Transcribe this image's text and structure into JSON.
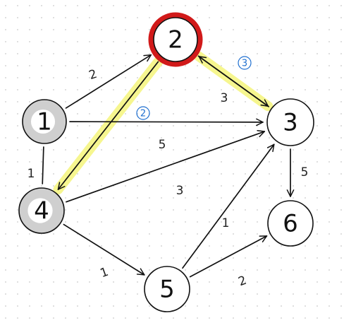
{
  "colors": {
    "background": "#ffffff",
    "grid_dot": "#c9c9c9",
    "stroke": "#111111",
    "visited_fill": "#cfcfcf",
    "current_ring": "#d11a1a",
    "highlight": "#f6f68a",
    "order_badge": "#1f6fd0"
  },
  "nodes": [
    {
      "id": "1",
      "label": "1",
      "state": "visited"
    },
    {
      "id": "2",
      "label": "2",
      "state": "current"
    },
    {
      "id": "3",
      "label": "3",
      "state": "unvisited"
    },
    {
      "id": "4",
      "label": "4",
      "state": "visited"
    },
    {
      "id": "5",
      "label": "5",
      "state": "unvisited"
    },
    {
      "id": "6",
      "label": "6",
      "state": "unvisited"
    }
  ],
  "edges": [
    {
      "from": "1",
      "to": "2",
      "weight": "2",
      "directed": true,
      "highlighted": false
    },
    {
      "from": "1",
      "to": "3",
      "weight": "5",
      "directed": true,
      "highlighted": false
    },
    {
      "from": "1",
      "to": "4",
      "weight": "1",
      "directed": false,
      "highlighted": false
    },
    {
      "from": "2",
      "to": "3",
      "weight": "",
      "directed": true,
      "highlighted": true,
      "order": "3"
    },
    {
      "from": "2",
      "to": "4",
      "weight": "",
      "directed": true,
      "highlighted": true,
      "order": "2"
    },
    {
      "from": "3",
      "to": "2",
      "weight": "3",
      "directed": true,
      "highlighted": false
    },
    {
      "from": "3",
      "to": "6",
      "weight": "5",
      "directed": true,
      "highlighted": false
    },
    {
      "from": "4",
      "to": "3",
      "weight": "3",
      "directed": true,
      "highlighted": false
    },
    {
      "from": "4",
      "to": "5",
      "weight": "1",
      "directed": true,
      "highlighted": false
    },
    {
      "from": "5",
      "to": "3",
      "weight": "1",
      "directed": true,
      "highlighted": false
    },
    {
      "from": "5",
      "to": "6",
      "weight": "2",
      "directed": true,
      "highlighted": false
    }
  ]
}
